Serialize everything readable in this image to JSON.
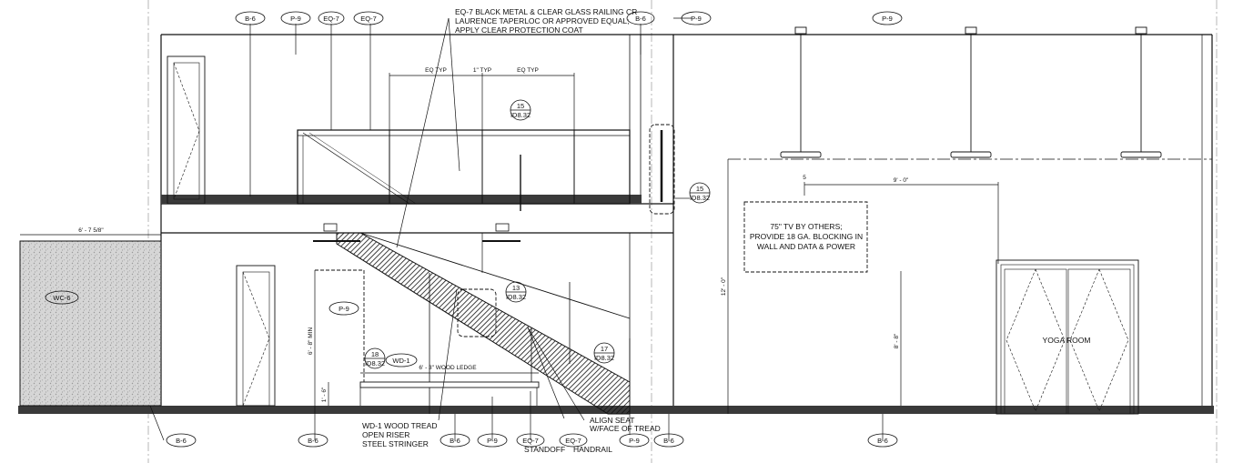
{
  "notes": {
    "railing": [
      "EQ-7 BLACK METAL & CLEAR GLASS RAILING CR",
      "LAURENCE TAPERLOC OR APPROVED EQUAL;",
      "APPLY CLEAR PROTECTION COAT"
    ],
    "tv": [
      "75\" TV BY OTHERS;",
      "PROVIDE 18 GA. BLOCKING IN",
      "WALL AND DATA & POWER"
    ],
    "tread": [
      "WD-1 WOOD TREAD",
      "OPEN RISER",
      "STEEL STRINGER"
    ],
    "align": [
      "ALIGN SEAT",
      "W/FACE OF TREAD"
    ],
    "standoff": "STANDOFF",
    "handrail": "HANDRAIL",
    "yoga": "YOGA ROOM"
  },
  "tags": {
    "b6": "B-6",
    "p9": "P-9",
    "eq7": "EQ-7",
    "wc6": "WC-6",
    "wd1": "WD-1"
  },
  "details": {
    "d15a": {
      "num": "15",
      "sheet": "ID8.32"
    },
    "d15b": {
      "num": "15",
      "sheet": "ID8.32"
    },
    "d13": {
      "num": "13",
      "sheet": "ID8.32"
    },
    "d17": {
      "num": "17",
      "sheet": "ID8.32"
    },
    "d18": {
      "num": "18",
      "sheet": "ID8.32"
    }
  },
  "dims": {
    "eq_typ": "EQ TYP",
    "one_typ": "1\" TYP",
    "wc_width": "6' - 7 5/8\"",
    "nine_ft": "9' - 0\"",
    "twelve_ft": "12' - 0\"",
    "eight_ft": "8' - 8\"",
    "six_min": "6' - 8\" MIN",
    "ledge": "6' - 3\" WOOD LEDGE",
    "one_six": "1' - 6\"",
    "five": "5"
  }
}
